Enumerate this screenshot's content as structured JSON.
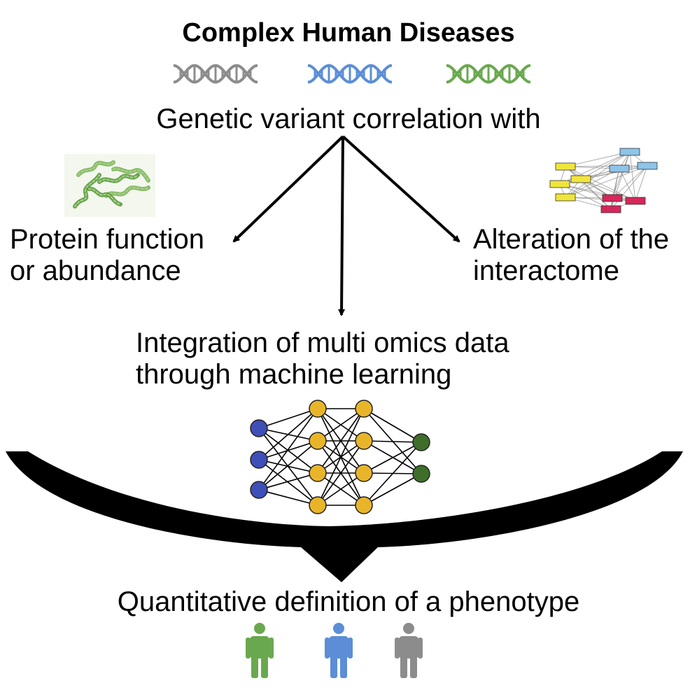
{
  "title": "Complex Human Diseases",
  "subtitle": "Genetic variant correlation with",
  "branches": {
    "left": {
      "line1": "Protein function",
      "line2": "or abundance",
      "icon": "protein-structure-icon"
    },
    "right": {
      "line1": "Alteration of the",
      "line2": "interactome",
      "icon": "interactome-network-icon"
    },
    "center": {
      "line1": "Integration of multi omics data",
      "line2": "through machine learning",
      "icon": "neural-network-icon"
    }
  },
  "conclusion": "Quantitative definition of a phenotype",
  "colors": {
    "gray": "#8c8c8c",
    "blue": "#5b8ed6",
    "green": "#6aa84f",
    "yellow": "#f0e53c",
    "red": "#d6275a",
    "light_blue": "#8ec3ea",
    "input_node": "#3e4fb8",
    "hidden_node": "#e8b52a",
    "output_node": "#3f6e2a"
  },
  "dna_icons": [
    "dna-gray-icon",
    "dna-blue-icon",
    "dna-green-icon"
  ],
  "person_icons": [
    "person-green-icon",
    "person-blue-icon",
    "person-gray-icon"
  ]
}
